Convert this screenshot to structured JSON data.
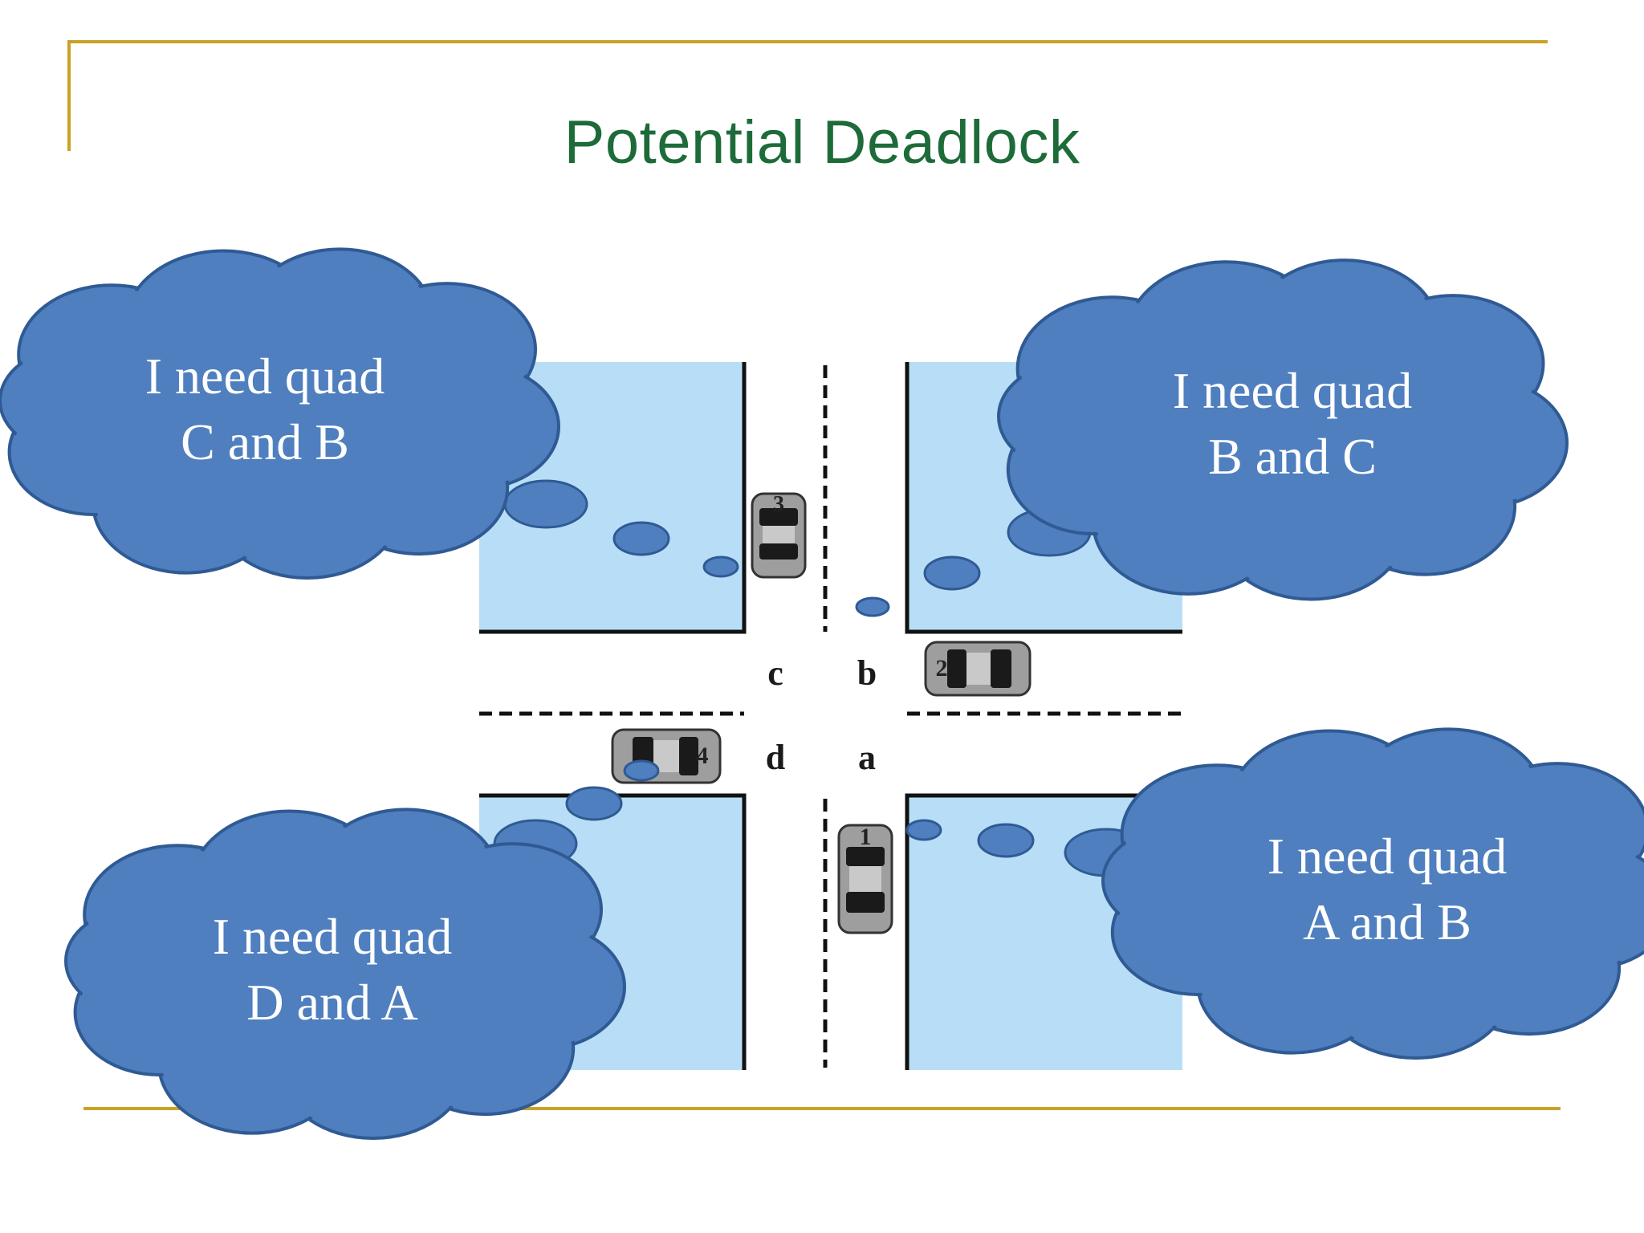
{
  "slide": {
    "title": "Potential Deadlock",
    "title_color": "#1e6b3a",
    "rule_color": "#c9a227"
  },
  "colors": {
    "quadrant_fill": "#b7def6",
    "cloud_fill": "#4f7fbf",
    "cloud_stroke": "#2f5a94",
    "road_line": "#111111",
    "car_body": "#9e9e9e",
    "car_dark": "#1a1a1a"
  },
  "lanes": {
    "c": "c",
    "b": "b",
    "d": "d",
    "a": "a"
  },
  "cars": [
    {
      "number": "1",
      "direction": "north"
    },
    {
      "number": "2",
      "direction": "west"
    },
    {
      "number": "3",
      "direction": "south"
    },
    {
      "number": "4",
      "direction": "east"
    }
  ],
  "clouds": [
    {
      "car": "3",
      "line1": "I need quad",
      "line2": "C and B"
    },
    {
      "car": "2",
      "line1": "I need quad",
      "line2": "B and C"
    },
    {
      "car": "4",
      "line1": "I need quad",
      "line2": "D and A"
    },
    {
      "car": "1",
      "line1": "I need quad",
      "line2": "A and B"
    }
  ]
}
